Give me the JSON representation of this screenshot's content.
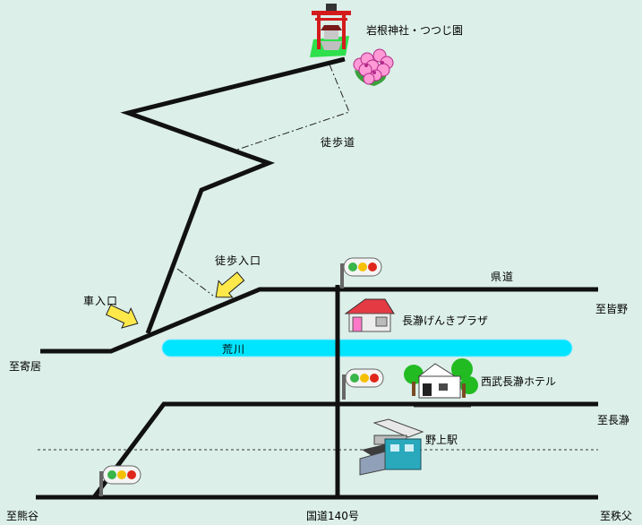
{
  "map": {
    "labels": {
      "shrine": "岩根神社・つつじ園",
      "footpath": "徒歩道",
      "footpath_entrance": "徒歩入口",
      "car_entrance": "車入口",
      "prefectural_road": "県道",
      "to_minano": "至皆野",
      "genki_plaza": "長瀞げんきプラザ",
      "arakawa": "荒川",
      "to_yorii": "至寄居",
      "seibu_hotel": "西武長瀞ホテル",
      "to_nagatoro": "至長瀞",
      "nogami_station": "野上駅",
      "to_kumagaya": "至熊谷",
      "route140": "国道140号",
      "to_chichibu": "至秩父"
    },
    "colors": {
      "background": "#dcefe9",
      "road": "#111111",
      "river": "#00e5ff",
      "footpath_line": "#222222",
      "railway": "#333333",
      "arrow": "#ffe94a"
    }
  }
}
